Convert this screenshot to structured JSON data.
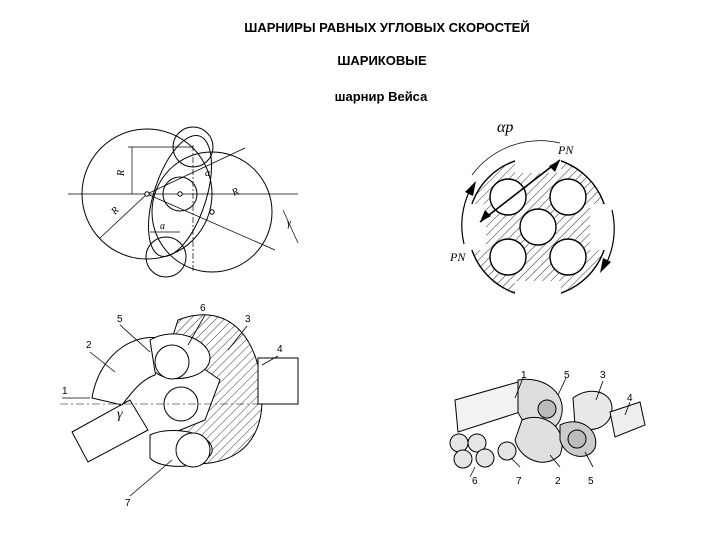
{
  "header": {
    "title": "ШАРНИРЫ РАВНЫХ УГЛОВЫХ СКОРОСТЕЙ",
    "subtitle": "ШАРИКОВЫЕ",
    "caption": "шарнир Вейса"
  },
  "fig_geometry": {
    "labels": {
      "r": "R",
      "r2": "R",
      "r3": "R",
      "a1": "a",
      "a2": "a",
      "gamma": "γ"
    }
  },
  "fig_section": {
    "labels": {
      "alpha": "αp",
      "pn_top": "PN",
      "pn_bottom": "PN"
    }
  },
  "fig_assembly": {
    "labels": [
      "1",
      "2",
      "5",
      "6",
      "3",
      "4",
      "7"
    ],
    "gamma": "γ"
  },
  "fig_exploded": {
    "labels": [
      "1",
      "5",
      "3",
      "4",
      "6",
      "7",
      "2",
      "5"
    ]
  }
}
